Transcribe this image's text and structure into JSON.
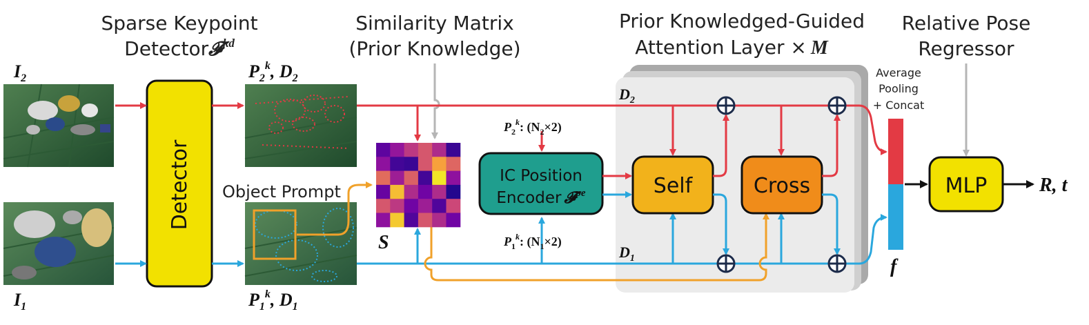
{
  "headings": {
    "detector_l1": "Sparse Keypoint",
    "detector_l2": "Detector",
    "detector_sym": "𝓕",
    "detector_sup": "kd",
    "sim_l1": "Similarity Matrix",
    "sim_l2": "(Prior Knowledge)",
    "attn_l1": "Prior Knowledged-Guided",
    "attn_l2": "Attention Layer ×",
    "attn_m": "M",
    "reg_l1": "Relative Pose",
    "reg_l2": "Regressor"
  },
  "images": {
    "i2_label": "I",
    "i2_sub": "2",
    "i1_label": "I",
    "i1_sub": "1",
    "p2_label": "P",
    "p2_sub": "2",
    "p2_sup": "k",
    "p2_tail": ", D",
    "p2_tail_sub": "2",
    "p1_label": "P",
    "p1_sub": "1",
    "p1_sup": "k",
    "p1_tail": ", D",
    "p1_tail_sub": "1"
  },
  "blocks": {
    "detector": "Detector",
    "object_prompt": "Object Prompt",
    "s_label": "S",
    "pe_l1": "IC Position",
    "pe_l2": "Encoder",
    "pe_sym": "𝓕",
    "pe_sup": "pe",
    "self": "Self",
    "cross": "Cross",
    "mlp": "MLP",
    "output": "R, t",
    "pool_l1": "Average",
    "pool_l2": "Pooling",
    "pool_l3": "+ Concat",
    "f_label": "f"
  },
  "annotations": {
    "p2k_p": "P",
    "p2k_sub": "2",
    "p2k_sup": "k",
    "p2k_rest": ": (N",
    "p2k_n_sub": "2",
    "p2k_end": "×2)",
    "p1k_p": "P",
    "p1k_sub": "1",
    "p1k_sup": "k",
    "p1k_rest": ": (N",
    "p1k_n_sub": "1",
    "p1k_end": "×2)",
    "d2": "D",
    "d2_sub": "2",
    "d1": "D",
    "d1_sub": "1"
  },
  "colors": {
    "red": "#e33a44",
    "blue": "#2aa7dd",
    "orange": "#f0a12a",
    "gray": "#b5b5b5",
    "yellow": "#f2e100",
    "teal": "#1f9e8e",
    "self_fill": "#f2b21b",
    "cross_fill": "#f08c1a",
    "navy": "#1c2b4a"
  },
  "matrix": [
    [
      0.18,
      0.32,
      0.45,
      0.55,
      0.4,
      0.1
    ],
    [
      0.3,
      0.12,
      0.1,
      0.55,
      0.78,
      0.6
    ],
    [
      0.62,
      0.35,
      0.58,
      0.12,
      0.95,
      0.3
    ],
    [
      0.2,
      0.85,
      0.4,
      0.22,
      0.4,
      0.05
    ],
    [
      0.55,
      0.45,
      0.22,
      0.35,
      0.15,
      0.5
    ],
    [
      0.3,
      0.88,
      0.15,
      0.55,
      0.4,
      0.22
    ]
  ]
}
